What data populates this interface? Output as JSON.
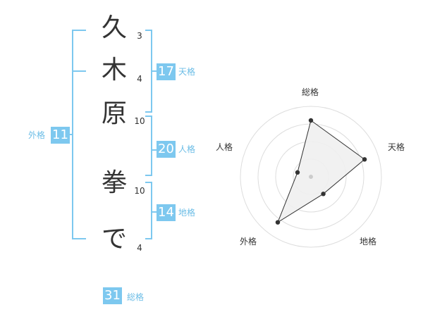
{
  "name": {
    "chars": [
      {
        "char": "久",
        "strokes": "3"
      },
      {
        "char": "木",
        "strokes": "4"
      },
      {
        "char": "原",
        "strokes": "10"
      },
      {
        "char": "拳",
        "strokes": "10"
      },
      {
        "char": "で",
        "strokes": "4"
      }
    ]
  },
  "scores": {
    "tenkaku": {
      "value": "17",
      "label": "天格"
    },
    "jinkaku": {
      "value": "20",
      "label": "人格"
    },
    "chikaku": {
      "value": "14",
      "label": "地格"
    },
    "gaikaku": {
      "value": "11",
      "label": "外格"
    },
    "soukaku": {
      "value": "31",
      "label": "総格"
    }
  },
  "chart_data": {
    "type": "radar",
    "axes": [
      "総格",
      "天格",
      "地格",
      "外格",
      "人格"
    ],
    "values": [
      4,
      4,
      1.5,
      4,
      1
    ],
    "max": 5,
    "rings": 4,
    "colors": {
      "ring": "#dddddd",
      "fill": "#f0f0f0",
      "line": "#333333",
      "point": "#333333",
      "center": "#cccccc"
    }
  },
  "colors": {
    "accent": "#7dc8ef"
  }
}
